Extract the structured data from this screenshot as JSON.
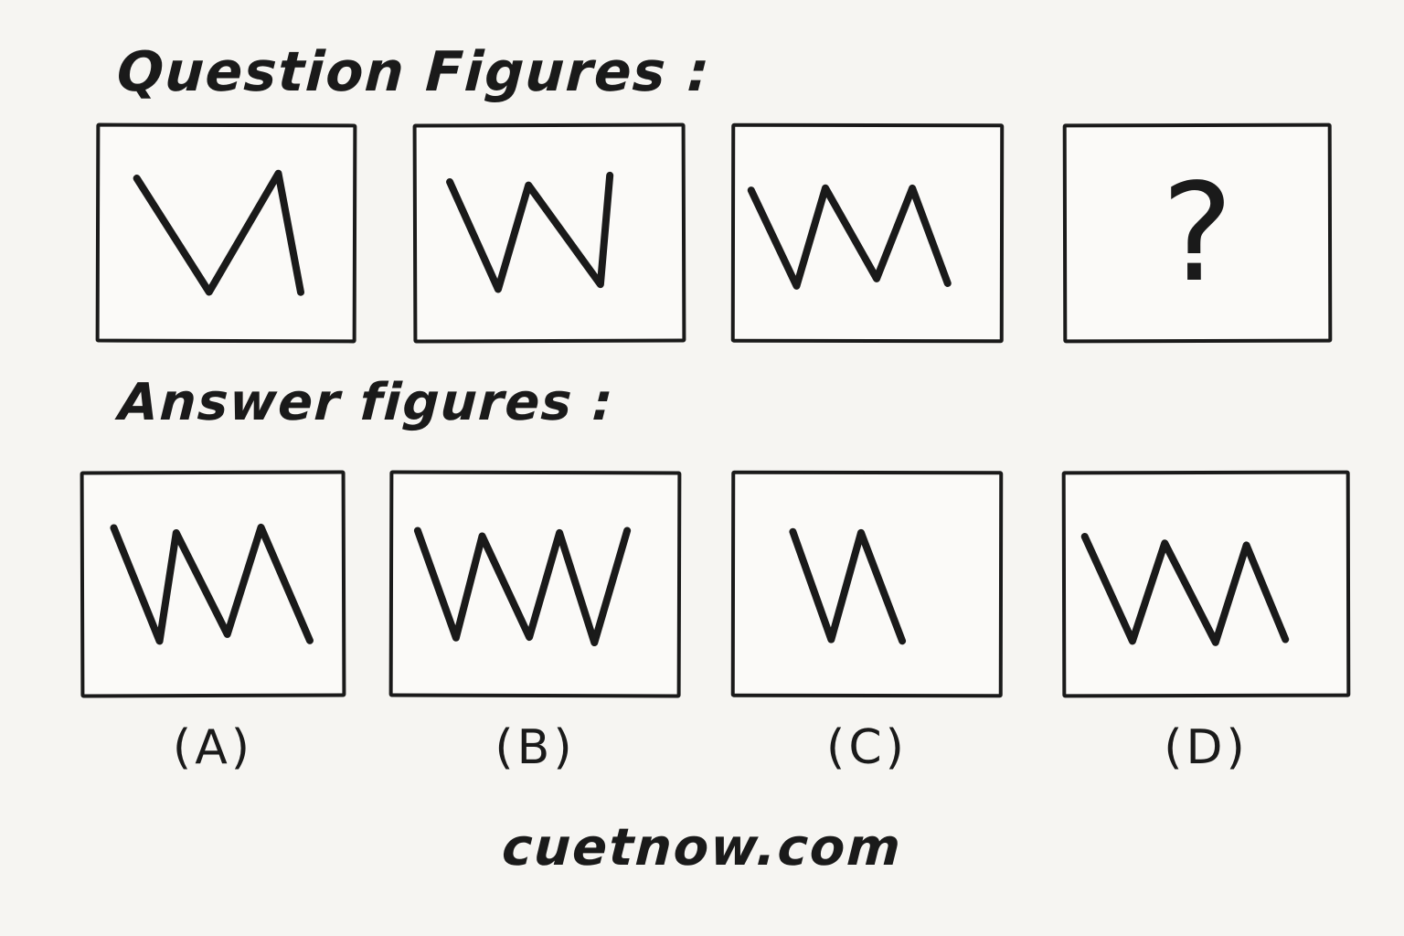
{
  "page": {
    "background_color": "#f6f5f2",
    "ink_color": "#1a1a1a",
    "watermark": "cuetnow.com"
  },
  "question_section": {
    "heading": "Question Figures :",
    "figures": [
      {
        "name": "question-figure-1",
        "kind": "zigzag-line",
        "segments": 3,
        "points": [
          [
            14.6,
            24.3
          ],
          [
            43.3,
            77.8
          ],
          [
            70.5,
            21.8
          ],
          [
            79.5,
            77.8
          ]
        ]
      },
      {
        "name": "question-figure-2",
        "kind": "zigzag-line",
        "segments": 4,
        "points": [
          [
            12.5,
            25.7
          ],
          [
            30.6,
            76.4
          ],
          [
            42.2,
            27.4
          ],
          [
            69.2,
            74.3
          ],
          [
            72.9,
            22.9
          ]
        ]
      },
      {
        "name": "question-figure-3",
        "kind": "zigzag-line",
        "segments": 5,
        "points": [
          [
            6.1,
            29.9
          ],
          [
            23.3,
            75.0
          ],
          [
            34.1,
            28.8
          ],
          [
            53.5,
            71.5
          ],
          [
            66.9,
            28.8
          ],
          [
            80.3,
            73.6
          ]
        ]
      },
      {
        "name": "question-figure-4",
        "kind": "unknown-placeholder",
        "symbol": "?"
      }
    ]
  },
  "answer_section": {
    "heading": "Answer figures :",
    "options": [
      {
        "label": "(A)",
        "kind": "zigzag-line",
        "segments": 5,
        "points": [
          [
            11.6,
            24.2
          ],
          [
            29.2,
            75.9
          ],
          [
            35.8,
            26.6
          ],
          [
            55.5,
            72.9
          ],
          [
            68.7,
            24.2
          ],
          [
            87.5,
            75.9
          ]
        ]
      },
      {
        "label": "(B)",
        "kind": "zigzag-line",
        "segments": 6,
        "points": [
          [
            8.6,
            25.8
          ],
          [
            22.2,
            74.6
          ],
          [
            31.3,
            28.2
          ],
          [
            48.0,
            74.2
          ],
          [
            58.5,
            26.6
          ],
          [
            70.9,
            76.6
          ],
          [
            82.3,
            25.5
          ]
        ]
      },
      {
        "label": "(C)",
        "kind": "zigzag-line",
        "segments": 3,
        "points": [
          [
            21.9,
            26.2
          ],
          [
            36.5,
            75.3
          ],
          [
            47.7,
            26.6
          ],
          [
            63.4,
            75.9
          ]
        ]
      },
      {
        "label": "(D)",
        "kind": "zigzag-line",
        "segments": 5,
        "points": [
          [
            6.8,
            28.2
          ],
          [
            23.7,
            75.9
          ],
          [
            35.3,
            31.3
          ],
          [
            53.3,
            76.6
          ],
          [
            64.4,
            32.3
          ],
          [
            78.2,
            75.3
          ]
        ]
      }
    ]
  }
}
